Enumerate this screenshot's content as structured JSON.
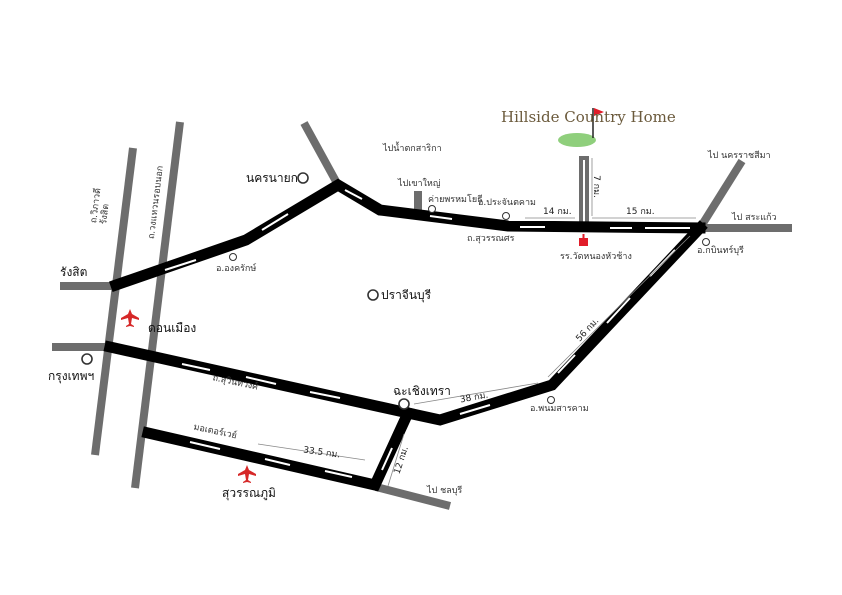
{
  "title": "Hillside Country Home",
  "places": {
    "rangsit": "รังสิต",
    "donmueang": "ดอนเมือง",
    "bangkok": "กรุงเทพฯ",
    "suvarnabhumi": "สุวรรณภูมิ",
    "nakhon_nayok": "นครนายก",
    "prachinburi": "ปราจีนบุรี",
    "chachoengsao": "ฉะเชิงเทรา",
    "ongkharak": "อ.องครักษ์",
    "prachantakham": "อ.ประจันตคาม",
    "phanom_sarakham": "อ.พนมสารคาม",
    "kabinburi": "อ.กบินทร์บุรี",
    "camp": "ค่ายพรหมโยธี",
    "school": "รร.วัดหนองหัวช้าง"
  },
  "roads": {
    "vibhavadi": "ถ.วิภาวดี รังสิต",
    "vibhavadi_line1": "ถ.วิภาวดี",
    "vibhavadi_line2": "รังสิต",
    "outer_ring": "ถ.วงแหวนรอบนอก",
    "sukhumvit": "ถ.สุวินทวงศ์",
    "suwannasorn": "ถ.สุวรรณศร",
    "motorway": "มอเตอร์เวย์"
  },
  "directions": {
    "to_waterfall": "ไปน้ำตกสาริกา",
    "to_khao_yai": "ไปเขาใหญ่",
    "to_korat": "ไป นครราชสีมา",
    "to_sa_kaeo": "ไป สระแก้ว",
    "to_chonburi": "ไป ชลบุรี"
  },
  "distances": {
    "d14": "14 กม.",
    "d15": "15 กม.",
    "d7": "7 กม.",
    "d56": "56 กม.",
    "d38": "38 กม.",
    "d33": "33.5 กม.",
    "d12": "12 กม."
  },
  "colors": {
    "main_road": "#000000",
    "minor_road": "#6d6d6d",
    "airport": "#d62828",
    "flag": "#e11d2a",
    "green": "#8fcf7c",
    "title": "#6b5a3c"
  }
}
